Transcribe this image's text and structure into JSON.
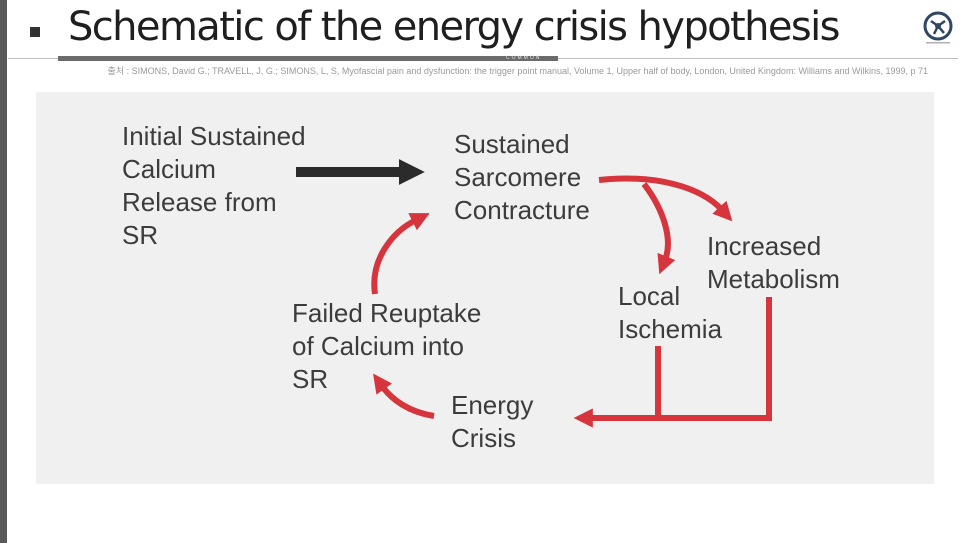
{
  "slide": {
    "title": "Schematic of the energy crisis hypothesis",
    "citation": "출처 : SIMONS, David G.; TRAVELL, J, G.; SIMONS, L, S, Myofascial pain and dysfunction: the trigger point manual, Volume 1, Upper half of body, London, United Kingdom: Williams and Wilkins, 1999, p 71",
    "rule_tag": "COMMON"
  },
  "diagram": {
    "nodes": {
      "initial_release": "Initial Sustained\nCalcium\nRelease from\nSR",
      "sustained_contracture": "Sustained\nSarcomere\nContracture",
      "increased_metabolism": "Increased\nMetabolism",
      "local_ischemia": "Local\nIschemia",
      "energy_crisis": "Energy\nCrisis",
      "failed_reuptake": "Failed Reuptake\nof Calcium into\nSR"
    },
    "colors": {
      "cycle_arrow": "#d6353d",
      "initial_arrow": "#2b2b2b",
      "node_text": "#3c3c3c",
      "panel": "#f0f0f0"
    }
  }
}
